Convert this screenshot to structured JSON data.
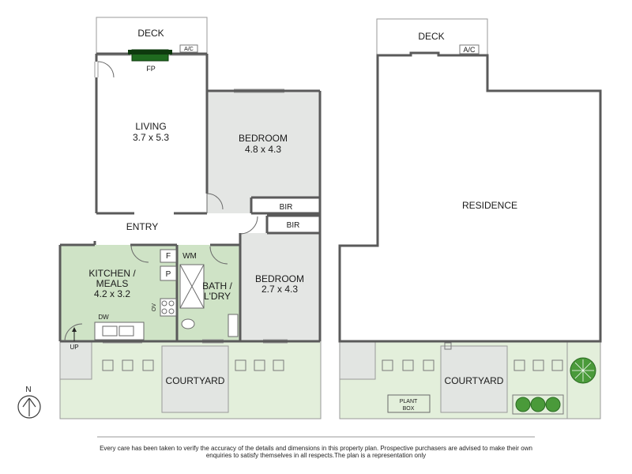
{
  "colors": {
    "wall": "#5a5a5a",
    "green_room": "#cfe3c6",
    "grey_room": "#e4e6e4",
    "courtyard": "#e3efdb",
    "paving": "#e2e5e2",
    "shrub": "#4a9a3a"
  },
  "left_plan": {
    "deck": "DECK",
    "ac": "A/C",
    "fireplace": "FP",
    "living": {
      "name": "LIVING",
      "size": "3.7 x 5.3"
    },
    "bedroom1": {
      "name": "BEDROOM",
      "size": "4.8 x 4.3"
    },
    "bir1": "BIR",
    "bir2": "BIR",
    "entry": "ENTRY",
    "kitchen": {
      "name_line1": "KITCHEN /",
      "name_line2": "MEALS",
      "size": "4.2 x 3.2"
    },
    "fridge": "F",
    "pantry": "P",
    "washing_machine": "WM",
    "oven": "OV",
    "dishwasher": "DW",
    "bath": {
      "name_line1": "BATH /",
      "name_line2": "L'DRY"
    },
    "bedroom2": {
      "name": "BEDROOM",
      "size": "2.7 x 4.3"
    },
    "up": "UP",
    "courtyard": "COURTYARD",
    "north": "N"
  },
  "right_plan": {
    "deck": "DECK",
    "ac": "A/C",
    "residence": "RESIDENCE",
    "courtyard": "COURTYARD",
    "plant_box_line1": "PLANT",
    "plant_box_line2": "BOX"
  },
  "disclaimer": "Every care has been taken to verify the accuracy of the details and dimensions in this property plan. Prospective purchasers are advised to make their own enquiries to satisfy themselves in all respects.The plan is a representation only"
}
